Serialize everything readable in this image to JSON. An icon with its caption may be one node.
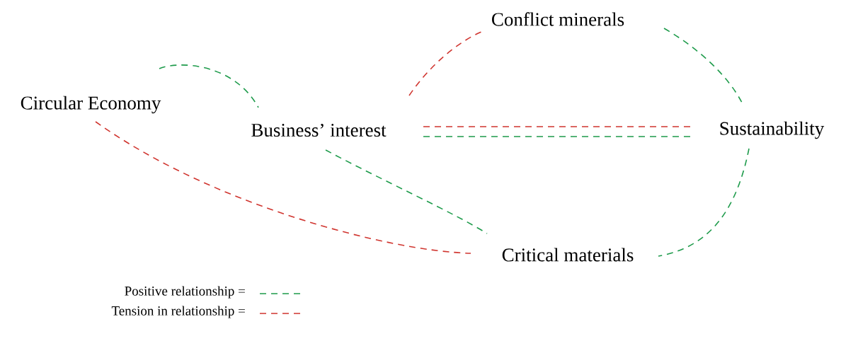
{
  "diagram": {
    "nodes": [
      {
        "text": [
          "Circular Economy"
        ]
      },
      {
        "text": [
          "Business’ interest"
        ]
      },
      {
        "text": [
          "Conflict minerals"
        ]
      },
      {
        "text": [
          "Sustainability"
        ]
      },
      {
        "text": [
          "Critical materials"
        ]
      }
    ],
    "edges": [
      {
        "from": 0,
        "to": 1,
        "arrow": "none",
        "style": "dashed"
      },
      {
        "from": 1,
        "to": 2,
        "arrow": "none",
        "style": "dashed",
        "color": "#d0352f"
      },
      {
        "from": 2,
        "to": 3,
        "arrow": "none",
        "style": "dashed"
      },
      {
        "from": 1,
        "to": 3,
        "arrow": "none",
        "style": "dashed",
        "color": "#d0352f"
      },
      {
        "from": 1,
        "to": 3,
        "arrow": "none",
        "style": "dashed"
      },
      {
        "from": 0,
        "to": 4,
        "arrow": "none",
        "style": "dashed",
        "color": "#d0352f"
      },
      {
        "from": 1,
        "to": 4,
        "arrow": "none",
        "style": "dashed"
      },
      {
        "from": 3,
        "to": 4,
        "arrow": "none",
        "style": "dashed"
      }
    ],
    "legend": [
      {
        "text": "Positive relationship ="
      },
      {
        "text": "Tension in relationship ="
      }
    ]
  }
}
